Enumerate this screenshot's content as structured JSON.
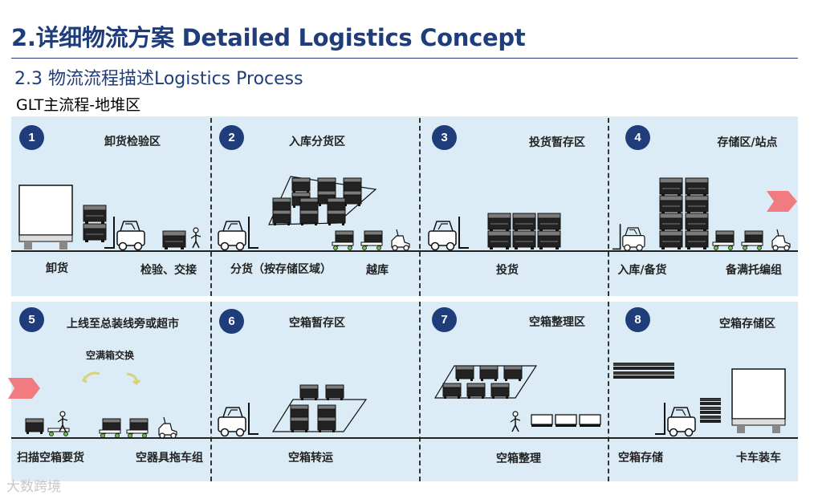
{
  "title": "2.详细物流方案 Detailed Logistics Concept",
  "subtitle": "2.3 物流流程描述Logistics Process",
  "section": "GLT主流程-地堆区",
  "colors": {
    "navy": "#1f3d7a",
    "band": "#dcecf6",
    "arrow": "#f17b80"
  },
  "zones": [
    {
      "number": "1",
      "title": "卸货检验区",
      "actions": [
        "卸货",
        "检验、交接"
      ]
    },
    {
      "number": "2",
      "title": "入库分货区",
      "actions": [
        "分货（按存储区域）",
        "越库"
      ]
    },
    {
      "number": "3",
      "title": "投货暂存区",
      "actions": [
        "投货"
      ]
    },
    {
      "number": "4",
      "title": "存储区/站点",
      "actions": [
        "入库/备货",
        "备满托编组"
      ]
    },
    {
      "number": "5",
      "title": "上线至总装线旁或超市",
      "actions": [
        "扫描空箱要货",
        "空器具拖车组"
      ],
      "note": "空满箱交换"
    },
    {
      "number": "6",
      "title": "空箱暂存区",
      "actions": [
        "空箱转运"
      ]
    },
    {
      "number": "7",
      "title": "空箱整理区",
      "actions": [
        "空箱整理"
      ]
    },
    {
      "number": "8",
      "title": "空箱存储区",
      "actions": [
        "空箱存储",
        "卡车装车"
      ]
    }
  ],
  "watermark": "大数跨境"
}
